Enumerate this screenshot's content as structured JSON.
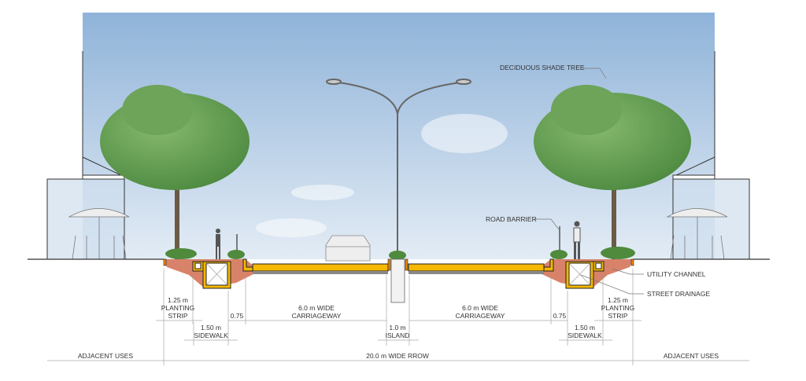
{
  "callouts": {
    "tree": "DECIDUOUS SHADE TREE",
    "barrier": "ROAD BARRIER",
    "utility": "UTILITY CHANNEL",
    "drainage": "STREET DRAINAGE"
  },
  "dimensions": {
    "planting_left": {
      "value": "1.25 m",
      "l1": "PLANTING",
      "l2": "STRIP"
    },
    "sidewalk_left": {
      "value": "1.50 m",
      "label": "SIDEWALK"
    },
    "buffer_left": "0.75",
    "carriageway_left": {
      "l1": "6.0 m WIDE",
      "l2": "CARRIAGEWAY"
    },
    "island": {
      "value": "1.0 m",
      "label": "ISLAND"
    },
    "carriageway_right": {
      "l1": "6.0 m WIDE",
      "l2": "CARRIAGEWAY"
    },
    "buffer_right": "0.75",
    "sidewalk_right": {
      "value": "1.50 m",
      "label": "SIDEWALK"
    },
    "planting_right": {
      "value": "1.25 m",
      "l1": "PLANTING",
      "l2": "STRIP"
    },
    "adjacent_left": "ADJACENT USES",
    "rrow": "20.0 m WIDE RROW",
    "adjacent_right": "ADJACENT USES"
  },
  "colors": {
    "road": "#f5b800",
    "soil": "#d9826a",
    "sky_top": "#8fb3d9",
    "sky_bottom": "#e6eef6",
    "tree": "#5f9a4e"
  }
}
